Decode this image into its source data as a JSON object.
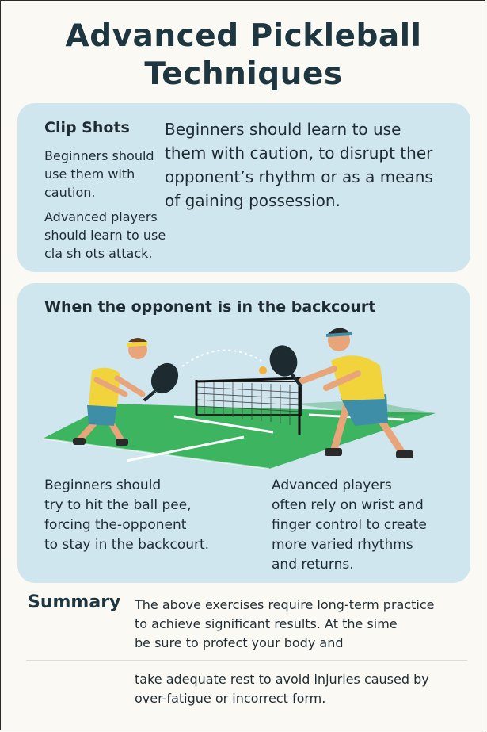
{
  "title_line1": "Advanced Pickleball",
  "title_line2": "Techniques",
  "clip_shots": {
    "heading": "Clip Shots",
    "para1_lines": [
      "Beginners should",
      "use them with",
      "caution."
    ],
    "para2_lines": [
      "Advanced players",
      "should learn to use",
      "cla sh ots attack."
    ],
    "big_lines": [
      "Beginners should learn to use",
      "them with caution, to disrupt ther",
      "opponent’s rhythm or as a means",
      "of gaining possession."
    ]
  },
  "backcourt": {
    "heading": "When the opponent is in the backcourt",
    "left_lines": [
      "Beginners should",
      "try to hit the ball pee,",
      "forcing the-opponent",
      "to stay in the backcourt."
    ],
    "right_lines": [
      "Advanced players",
      "often rely on wrist and",
      "finger control to create",
      "more varied rhythms",
      "and returns."
    ]
  },
  "summary": {
    "heading": "Summary",
    "top_lines": [
      "The above exercises require long-term practice",
      "to achieve significant results. At the sime",
      "be sure to profect your body and"
    ],
    "bottom_lines": [
      "take adequate rest to avoid injuries caused by",
      "over-fatigue or incorrect form."
    ]
  },
  "colors": {
    "background": "#fbf9f3",
    "panel": "#cfe6ef",
    "court": "#3db45f",
    "court_dark": "#2f9a4f",
    "shirt": "#f1d33c",
    "shorts": "#3f8ea7",
    "paddle": "#1d2a30",
    "ball": "#f4b13a",
    "text_dark": "#1d3640"
  },
  "icons": [
    "player-left-illustration",
    "player-right-illustration",
    "pickleball-net-illustration",
    "ball-icon"
  ]
}
